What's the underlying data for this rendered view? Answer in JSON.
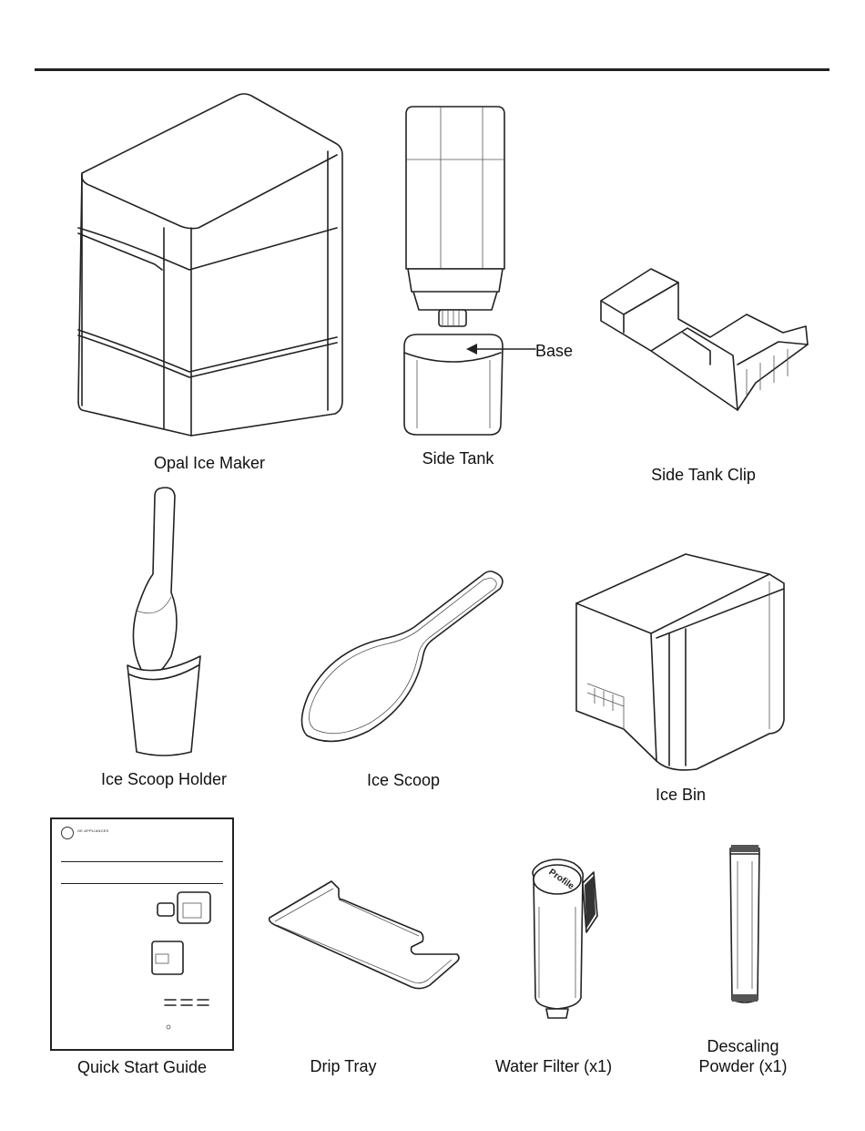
{
  "items": {
    "opal_ice_maker": "Opal Ice Maker",
    "side_tank": "Side Tank",
    "base_callout": "Base",
    "side_tank_clip": "Side Tank Clip",
    "ice_scoop_holder": "Ice Scoop Holder",
    "ice_scoop": "Ice Scoop",
    "ice_bin": "Ice Bin",
    "quick_start_guide": "Quick Start Guide",
    "drip_tray": "Drip Tray",
    "water_filter": "Water Filter (x1)",
    "descaling_powder_line1": "Descaling",
    "descaling_powder_line2": "Powder (x1)"
  },
  "guide_cover": {
    "brand_text": "GE APPLIANCES"
  },
  "filter_cap_text": "Profile"
}
